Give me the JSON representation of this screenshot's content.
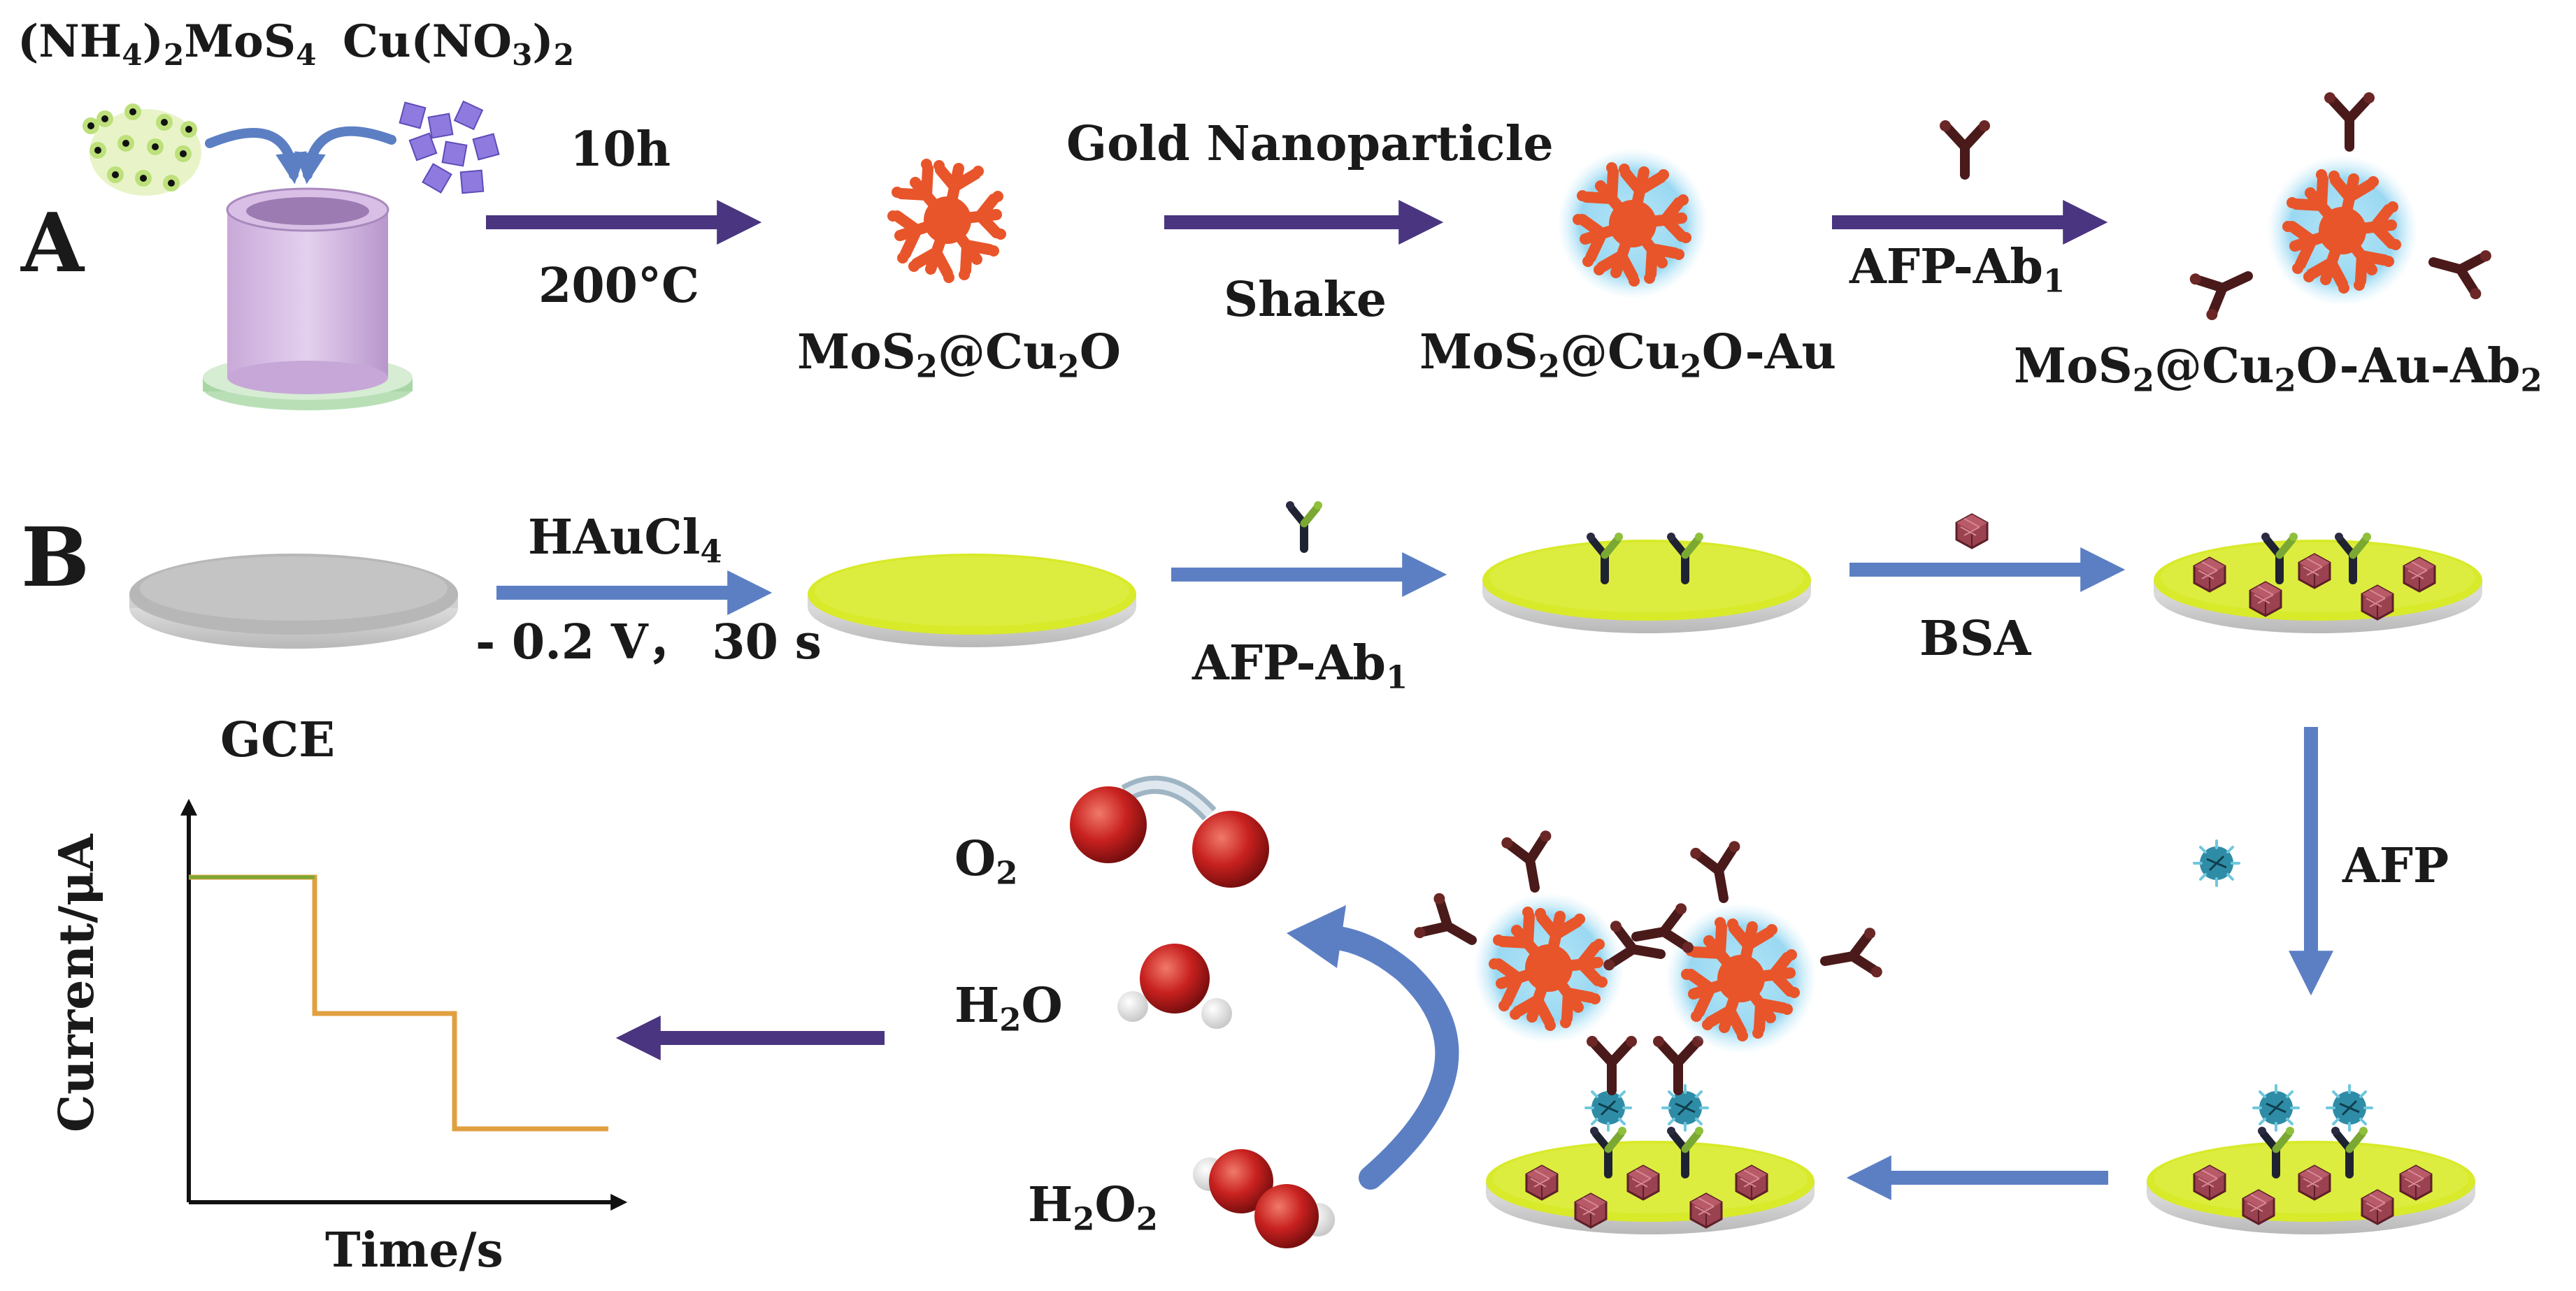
{
  "panel_a": {
    "letter": "A",
    "reagents": {
      "r1": [
        "(NH",
        "4",
        ")",
        "2",
        "MoS",
        "4"
      ],
      "r2": [
        "Cu(NO",
        "3",
        ")",
        "2"
      ]
    },
    "step1": {
      "top": "10h",
      "bottom": "200°C"
    },
    "step2": {
      "top": "Gold Nanoparticle",
      "bottom": "Shake"
    },
    "step3": {
      "top": "",
      "bottom": [
        "AFP-Ab",
        "1"
      ]
    },
    "products": {
      "p1": [
        "MoS",
        "2",
        "@Cu",
        "2",
        "O"
      ],
      "p2": [
        "MoS",
        "2",
        "@Cu",
        "2",
        "O-Au"
      ],
      "p3": [
        "MoS",
        "2",
        "@Cu",
        "2",
        "O-Au-Ab",
        "2"
      ]
    }
  },
  "panel_b": {
    "letter": "B",
    "electrode": "GCE",
    "step1": {
      "top": [
        "HAuCl",
        "4"
      ],
      "bottom": "- 0.2 V，  30 s"
    },
    "step2": [
      "AFP-Ab",
      "1"
    ],
    "step3": "BSA",
    "step4": "AFP",
    "molecules": {
      "o2": [
        "O",
        "2"
      ],
      "h2o": [
        "H",
        "2",
        "O"
      ],
      "h2o2": [
        "H",
        "2",
        "O",
        "2"
      ]
    },
    "plot": {
      "ylabel": "Current/μA",
      "xlabel": "Time/s"
    }
  },
  "colors": {
    "arrow_purple": "#4a3580",
    "arrow_blue": "#5c7fc4",
    "mos2_orange": "#e8552a",
    "gold_glow": "#7fd0ee",
    "antibody_dark": "#4a1a1a",
    "antibody_green": "#7ba832",
    "electrode_yellow": "#d8ea2a",
    "gce_gray": "#b7b7b7",
    "oxygen_red": "#c8211f",
    "plot_line": "#e0a040"
  }
}
